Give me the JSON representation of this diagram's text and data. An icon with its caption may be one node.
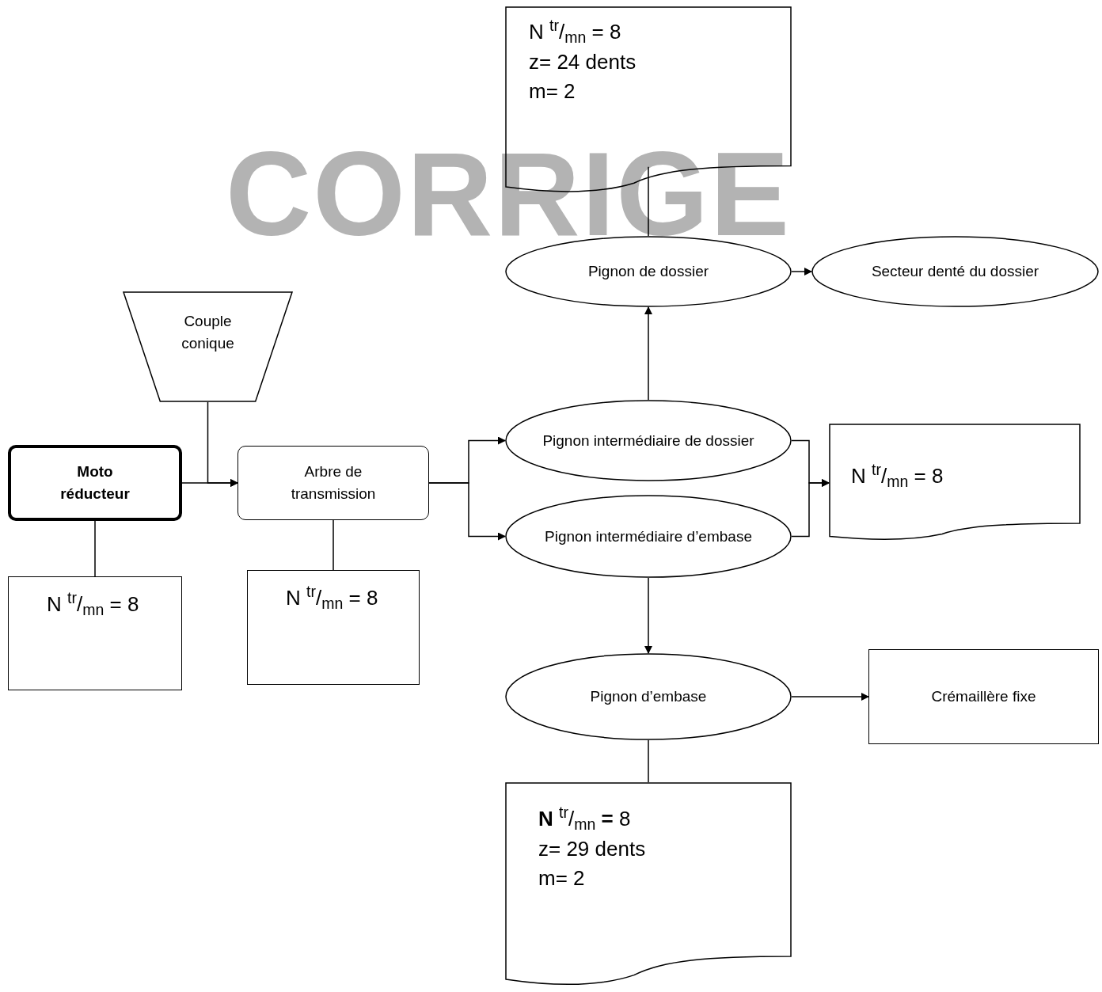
{
  "diagram": {
    "nodes": [
      {
        "text": [
          "N $^{tr}$/$_{mn}$ = 8",
          "z= 24 dents",
          "m= 2"
        ]
      },
      {
        "text": [
          "Pignon de dossier"
        ]
      },
      {
        "text": [
          "Secteur denté du dossier"
        ]
      },
      {
        "text": [
          "Couple conique"
        ]
      },
      {
        "text": [
          "Moto réducteur"
        ]
      },
      {
        "text": [
          "Arbre de transmission"
        ]
      },
      {
        "text": [
          "Pignon intermédiaire de dossier"
        ]
      },
      {
        "text": [
          "Pignon intermédiaire d’embase"
        ]
      },
      {
        "text": [
          "N $^{tr}$/$_{mn}$ = 8"
        ]
      },
      {
        "text": [
          "N $^{tr}$/$_{mn}$ = 8"
        ]
      },
      {
        "text": [
          "N $^{tr}$/$_{mn}$ = 8"
        ]
      },
      {
        "text": [
          "Pignon d’embase"
        ]
      },
      {
        "text": [
          "Crémaillère fixe"
        ]
      },
      {
        "text": [
          "**N** $^{tr}$/$_{mn}$ **=** 8",
          "z= 29 dents",
          "m= 2"
        ]
      }
    ],
    "edges": [
      {
        "from": 1,
        "to": 0,
        "arrow": "none"
      },
      {
        "from": 1,
        "to": 2,
        "arrow": "to"
      },
      {
        "from": 6,
        "to": 1,
        "arrow": "to"
      },
      {
        "from": 4,
        "to": 5,
        "arrow": "to"
      },
      {
        "from": 3,
        "to": 5,
        "arrow": "to"
      },
      {
        "from": 5,
        "to": 6,
        "arrow": "to"
      },
      {
        "from": 5,
        "to": 7,
        "arrow": "to"
      },
      {
        "from": 6,
        "to": 8,
        "arrow": "to"
      },
      {
        "from": 7,
        "to": 8,
        "arrow": "to"
      },
      {
        "from": 7,
        "to": 11,
        "arrow": "to"
      },
      {
        "from": 11,
        "to": 12,
        "arrow": "to"
      },
      {
        "from": 4,
        "to": 9,
        "arrow": "none"
      },
      {
        "from": 5,
        "to": 10,
        "arrow": "none"
      },
      {
        "from": 11,
        "to": 13,
        "arrow": "none"
      }
    ],
    "labels": [
      "CORRIGE"
    ]
  }
}
